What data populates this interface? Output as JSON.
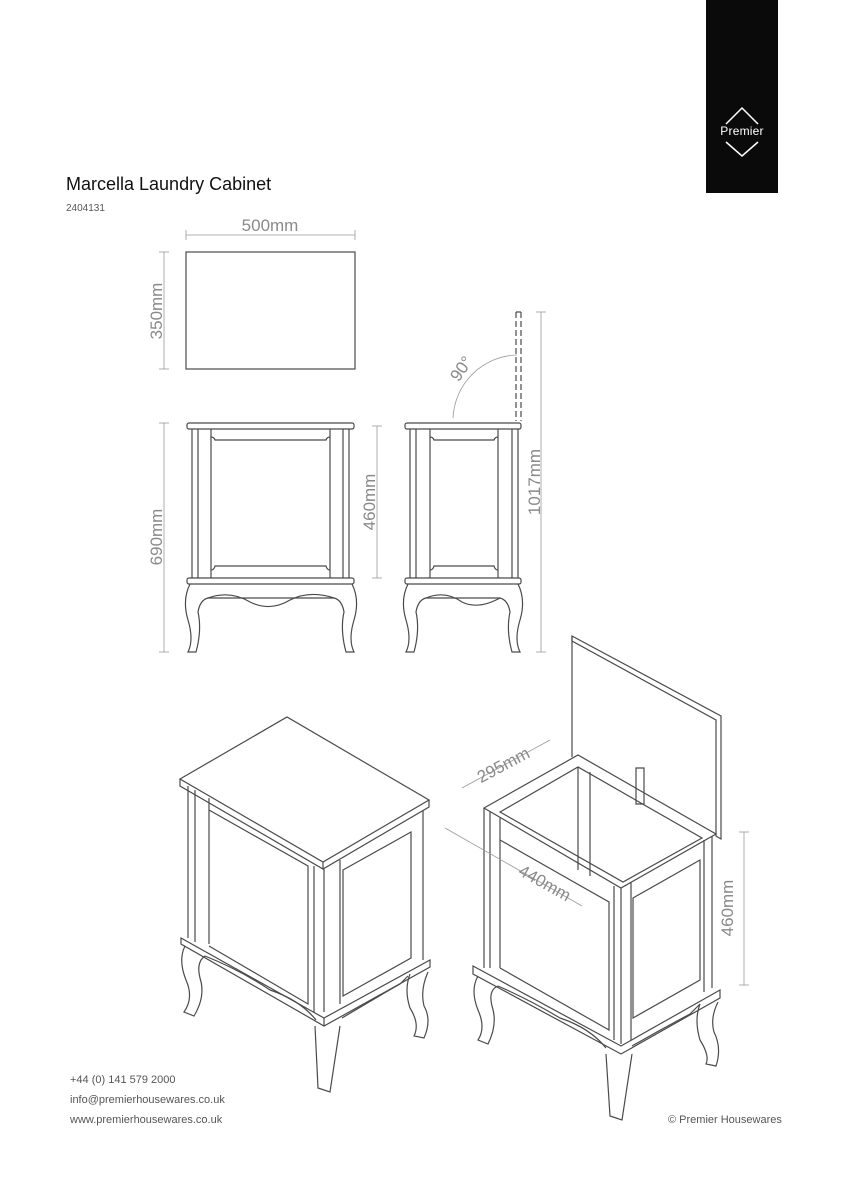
{
  "brand": {
    "logo_text": "Premier",
    "band_color": "#0a0a0a"
  },
  "product": {
    "title": "Marcella Laundry Cabinet",
    "code": "2404131"
  },
  "dimensions": {
    "top_width": "500mm",
    "top_depth": "350mm",
    "overall_height": "690mm",
    "body_height": "460mm",
    "open_height": "1017mm",
    "lid_angle": "90°",
    "inner_depth": "295mm",
    "inner_width": "440mm",
    "inner_height": "460mm"
  },
  "views": [
    {
      "name": "top-view"
    },
    {
      "name": "front-view"
    },
    {
      "name": "side-view-lid-open"
    },
    {
      "name": "isometric-closed"
    },
    {
      "name": "isometric-open"
    }
  ],
  "footer": {
    "phone": "+44 (0) 141 579 2000",
    "email": "info@premierhousewares.co.uk",
    "website": "www.premierhousewares.co.uk",
    "copyright": "© Premier Housewares"
  },
  "colors": {
    "line": "#4a4a4a",
    "dimension": "#9a9a9a",
    "text": "#111111"
  }
}
